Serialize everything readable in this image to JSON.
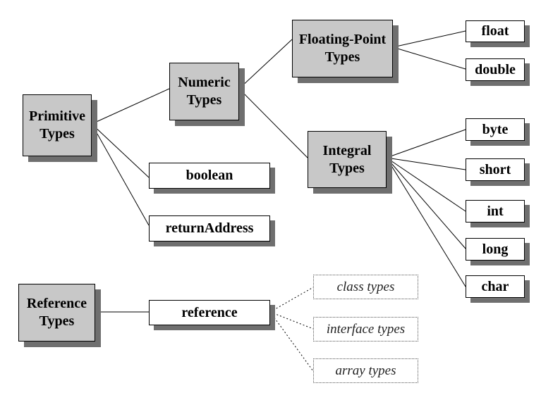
{
  "nodes": {
    "primitive_types": "Primitive\nTypes",
    "numeric_types": "Numeric\nTypes",
    "floating_point_types": "Floating-Point\nTypes",
    "integral_types": "Integral\nTypes",
    "float": "float",
    "double": "double",
    "byte": "byte",
    "short": "short",
    "int": "int",
    "long": "long",
    "char": "char",
    "boolean": "boolean",
    "return_address": "returnAddress",
    "reference_types": "Reference\nTypes",
    "reference": "reference",
    "class_types": "class types",
    "interface_types": "interface types",
    "array_types": "array types"
  }
}
